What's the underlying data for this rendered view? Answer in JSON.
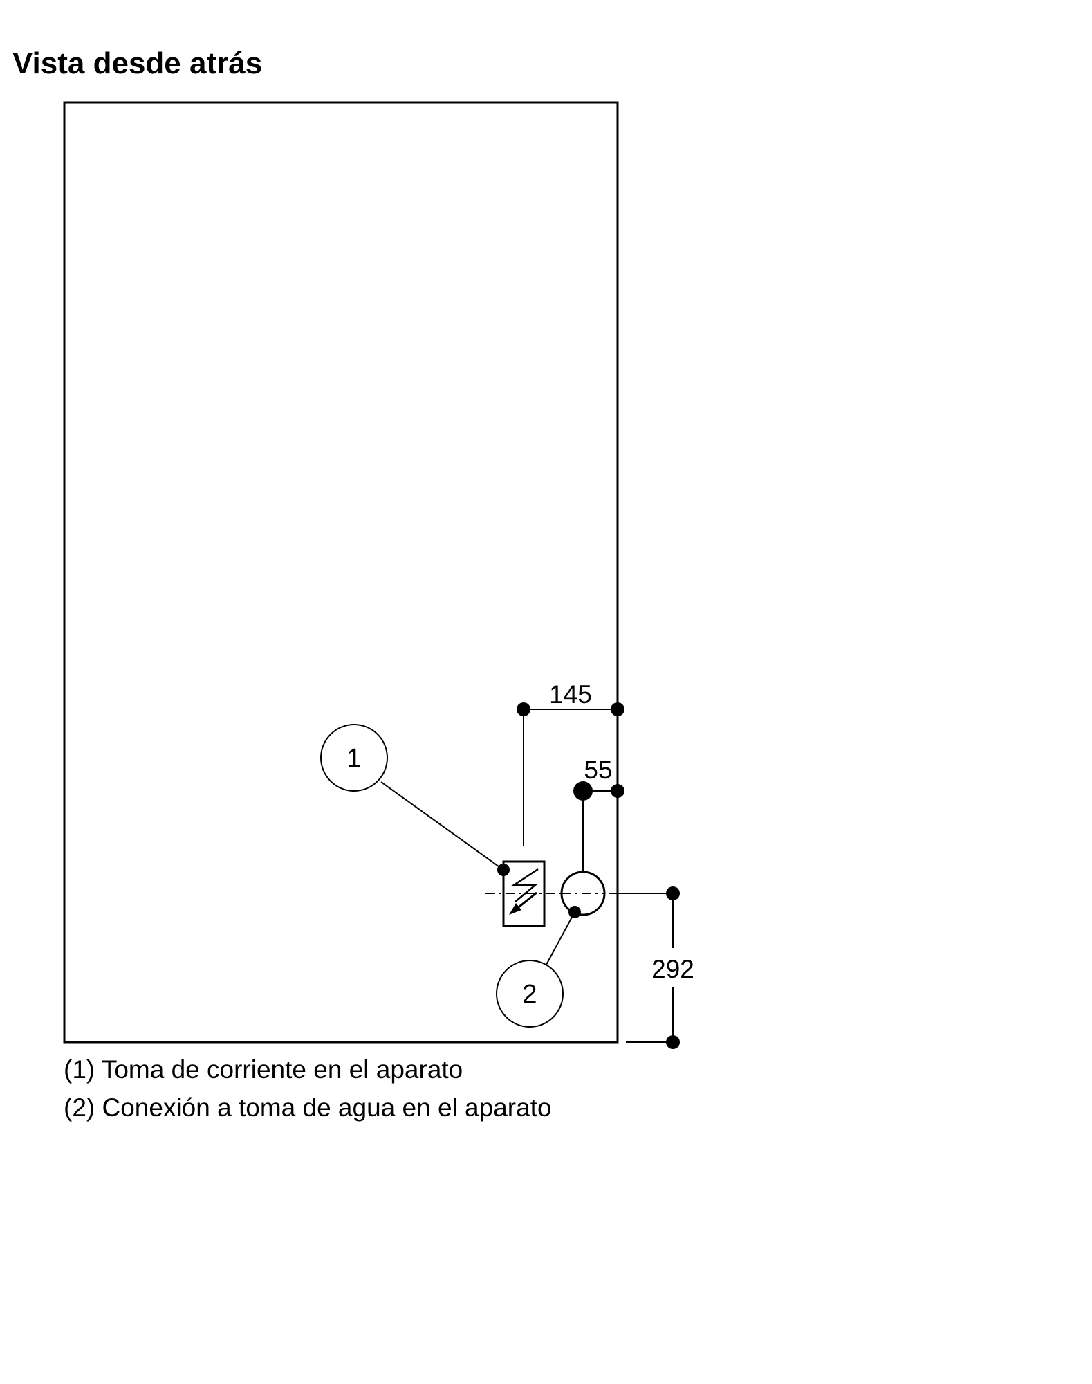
{
  "title": "Vista desde atrás",
  "dimensions": {
    "d145": "145",
    "d55": "55",
    "d292": "292"
  },
  "callouts": {
    "c1": "1",
    "c2": "2"
  },
  "legend": {
    "item1": "(1) Toma de corriente en el aparato",
    "item2": "(2) Conexión a toma de agua en el aparato"
  }
}
